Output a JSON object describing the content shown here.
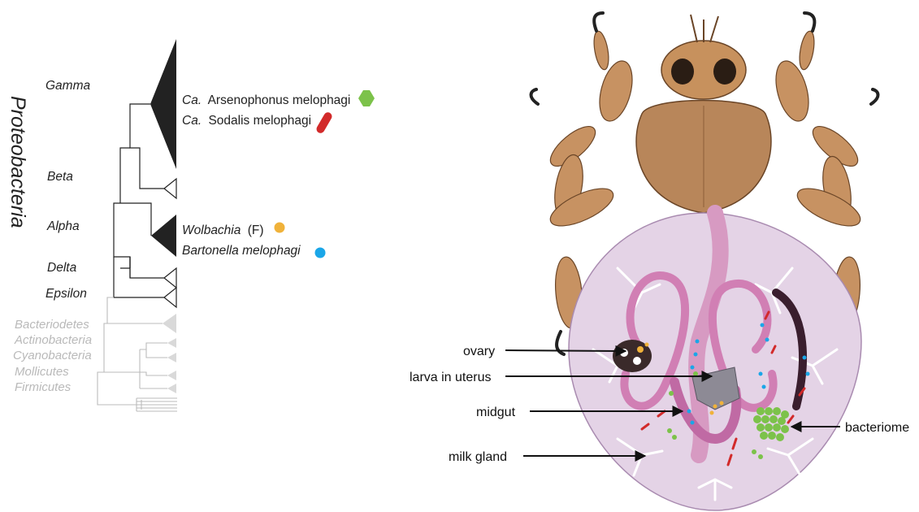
{
  "tree": {
    "phylum_label": "Proteobacteria",
    "classes": [
      "Gamma",
      "Beta",
      "Alpha",
      "Delta",
      "Epsilon"
    ],
    "other_phyla": [
      "Bacteriodetes",
      "Actinobacteria",
      "Cyanobacteria",
      "Mollicutes",
      "Firmicutes"
    ]
  },
  "symbionts": [
    {
      "prefix": "Ca.",
      "name": "Arsenophonus melophagi",
      "suffix": "",
      "marker": "green-hexagon",
      "color": "#7cc24a"
    },
    {
      "prefix": "Ca.",
      "name": "Sodalis melophagi",
      "suffix": "",
      "marker": "red-rod",
      "color": "#d22a2a"
    },
    {
      "prefix": "",
      "name": "Wolbachia",
      "suffix": "(F)",
      "marker": "orange-dot",
      "color": "#f0b23a"
    },
    {
      "prefix": "",
      "name": "Bartonella melophagi",
      "suffix": "",
      "marker": "blue-dot",
      "color": "#1aa6e8"
    }
  ],
  "anatomy_labels": {
    "ovary": "ovary",
    "larva": "larva in uterus",
    "midgut": "midgut",
    "milk_gland": "milk gland",
    "bacteriome": "bacteriome"
  },
  "colors": {
    "clade_fill": "#222222",
    "muted_grey": "#b9b9b9",
    "body_brown": "#b8865a",
    "abdomen_lilac": "#e4d3e6",
    "gut_pink": "#d79ac2"
  }
}
